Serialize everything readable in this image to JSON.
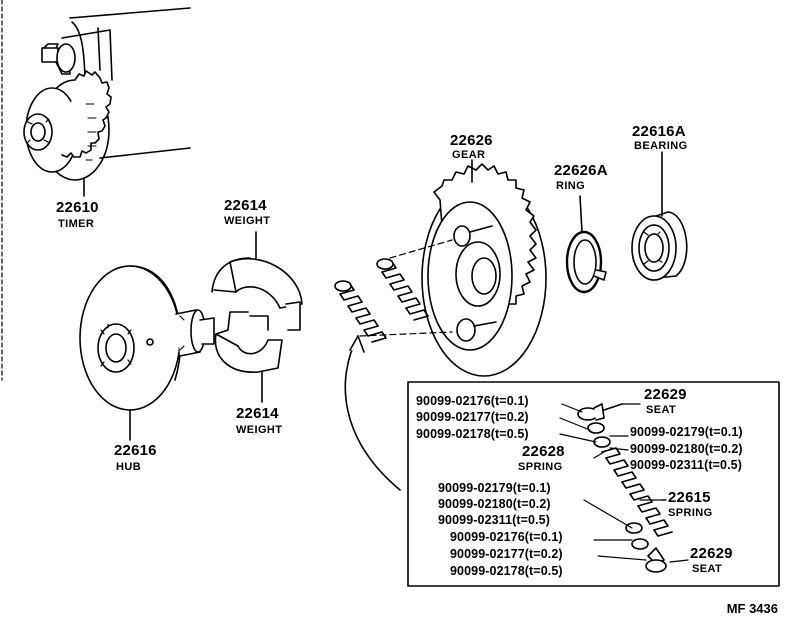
{
  "parts": {
    "timer": {
      "number": "22610",
      "name": "TIMER"
    },
    "weight_top": {
      "number": "22614",
      "name": "WEIGHT"
    },
    "weight_bot": {
      "number": "22614",
      "name": "WEIGHT"
    },
    "hub": {
      "number": "22616",
      "name": "HUB"
    },
    "gear": {
      "number": "22626",
      "name": "GEAR"
    },
    "ring": {
      "number": "22626A",
      "name": "RING"
    },
    "bearing": {
      "number": "22616A",
      "name": "BEARING"
    }
  },
  "detail": {
    "seat_top": {
      "number": "22629",
      "name": "SEAT"
    },
    "spring_left": {
      "number": "22628",
      "name": "SPRING"
    },
    "spring_right": {
      "number": "22615",
      "name": "SPRING"
    },
    "seat_bot": {
      "number": "22629",
      "name": "SEAT"
    },
    "shims_a": [
      "90099-02176(t=0.1)",
      "90099-02177(t=0.2)",
      "90099-02178(t=0.5)"
    ],
    "shims_b": [
      "90099-02179(t=0.1)",
      "90099-02180(t=0.2)",
      "90099-02311(t=0.5)"
    ],
    "shims_c": [
      "90099-02179(t=0.1)",
      "90099-02180(t=0.2)",
      "90099-02311(t=0.5)"
    ],
    "shims_d": [
      "90099-02176(t=0.1)",
      "90099-02177(t=0.2)",
      "90099-02178(t=0.5)"
    ]
  },
  "diagram_code": "MF 3436"
}
